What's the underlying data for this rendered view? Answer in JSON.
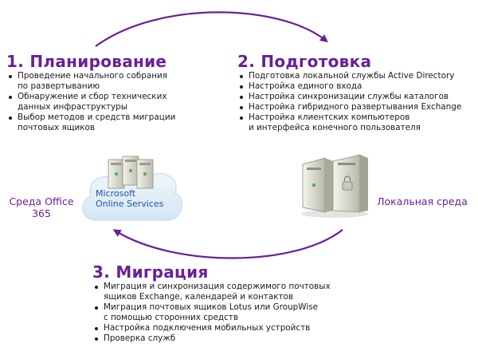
{
  "phases": {
    "planning": {
      "title": "1. Планирование",
      "items": [
        [
          "Проведение начального собрания",
          "по развертыванию"
        ],
        [
          "Обнаружение и сбор технических",
          "данных инфраструктуры"
        ],
        [
          "Выбор методов и средств миграции",
          "почтовых ящиков"
        ]
      ]
    },
    "preparation": {
      "title": "2. Подготовка",
      "items": [
        [
          "Подготовка локальной службы Active Directory"
        ],
        [
          "Настройка единого входа"
        ],
        [
          "Настройка синхронизации службы каталогов"
        ],
        [
          "Настройка гибридного развертывания Exchange"
        ],
        [
          "Настройка клиентских компьютеров",
          "и интерфейса конечного пользователя"
        ]
      ]
    },
    "migration": {
      "title": "3. Миграция",
      "items": [
        [
          "Миграция и синхронизация содержимого почтовых",
          "ящиков Exchange, календарей и контактов"
        ],
        [
          "Миграция почтовых ящиков Lotus или GroupWise",
          "с помощью сторонних средств"
        ],
        [
          "Настройка подключения мобильных устройств"
        ],
        [
          "Проверка служб"
        ]
      ]
    }
  },
  "environments": {
    "cloud_label_line1": "Среда Office",
    "cloud_label_line2": "365",
    "local_label": "Локальная среда",
    "cloud_brand_line1": "Microsoft",
    "cloud_brand_line2": "Online Services"
  },
  "colors": {
    "accent": "#6a1f9a",
    "brand_blue": "#1e56a8"
  }
}
